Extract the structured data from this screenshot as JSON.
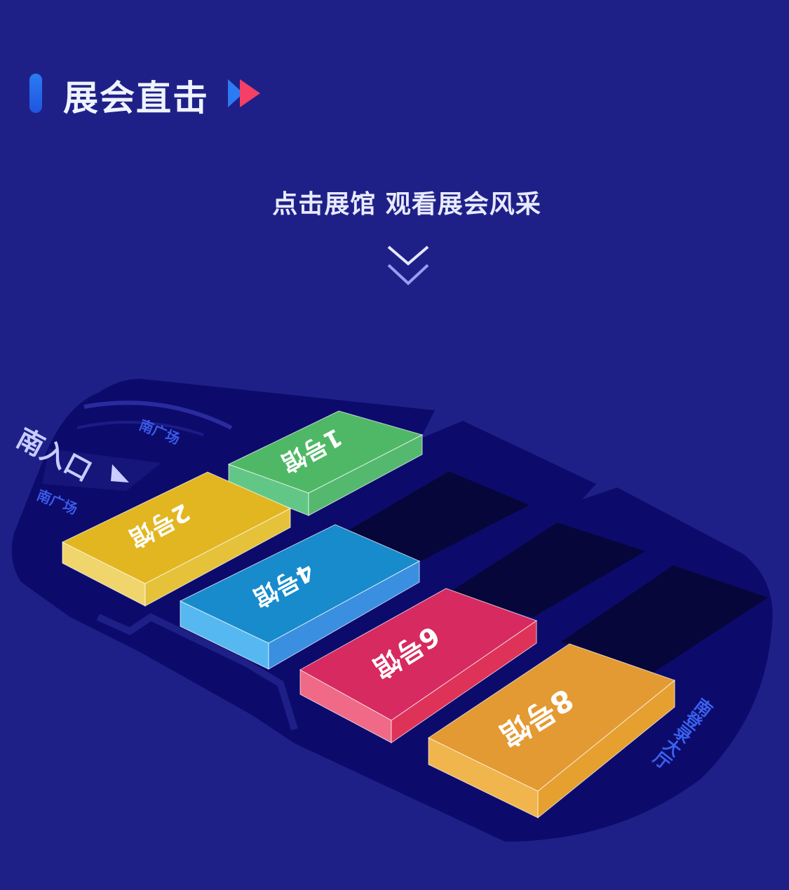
{
  "header": {
    "title": "展会直击",
    "subtitle": "点击展馆  观看展会风采"
  },
  "map": {
    "entrance": "南入口",
    "plaza_1": "南广场",
    "plaza_2": "南广场",
    "lobby": "南登录大厅",
    "halls": [
      {
        "label": "1号馆",
        "color": "#4fb866"
      },
      {
        "label": "2号馆",
        "color": "#e2b620"
      },
      {
        "label": "4号馆",
        "color": "#178bcc"
      },
      {
        "label": "6号馆",
        "color": "#d72a60"
      },
      {
        "label": "8号馆",
        "color": "#e39a33"
      }
    ]
  }
}
